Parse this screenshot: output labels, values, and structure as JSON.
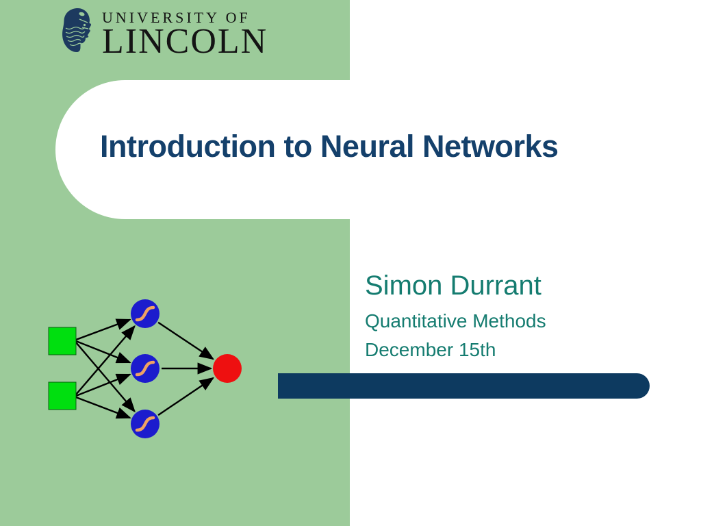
{
  "slide": {
    "type": "presentation-title-slide",
    "title": "Introduction to Neural Networks",
    "author": "Simon Durrant",
    "course": "Quantitative Methods",
    "date": "December 15th"
  },
  "logo": {
    "institution_line1": "UNIVERSITY OF",
    "institution_line2": "LINCOLN",
    "icon": "minerva-head-icon"
  },
  "diagram": {
    "type": "neural-network",
    "input_nodes": 2,
    "hidden_nodes": 3,
    "output_nodes": 1,
    "input_shape": "green-square",
    "hidden_shape": "blue-circle-with-sigmoid",
    "output_shape": "red-circle",
    "connections": "fully-connected input-to-hidden and hidden-to-output with black arrows"
  },
  "colors": {
    "background_green": "#9ccb9a",
    "input_green": "#00df0f",
    "hidden_blue": "#1c1ccd",
    "output_red": "#ee1010",
    "sigmoid_orange": "#f0a263",
    "title_navy": "#14406b",
    "accent_bar_navy": "#0d3a60",
    "byline_teal": "#157c70",
    "logo_navy": "#1d3a5f"
  }
}
